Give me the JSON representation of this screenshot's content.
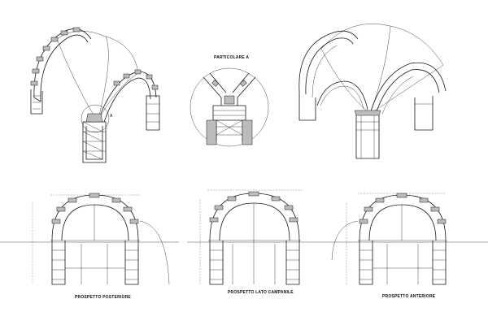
{
  "labels": {
    "detail_title": "PARTICOLARE A",
    "callout_letter": "A",
    "elevation_rear": "PROSPETTO POSTERIORE",
    "elevation_side": "PROSPETTO LATO CAMPANILE",
    "elevation_front": "PROSPETTO ANTERIORE"
  },
  "colors": {
    "line": "#1a1a1a",
    "hatch": "#bcbcbc",
    "background": "#ffffff"
  }
}
